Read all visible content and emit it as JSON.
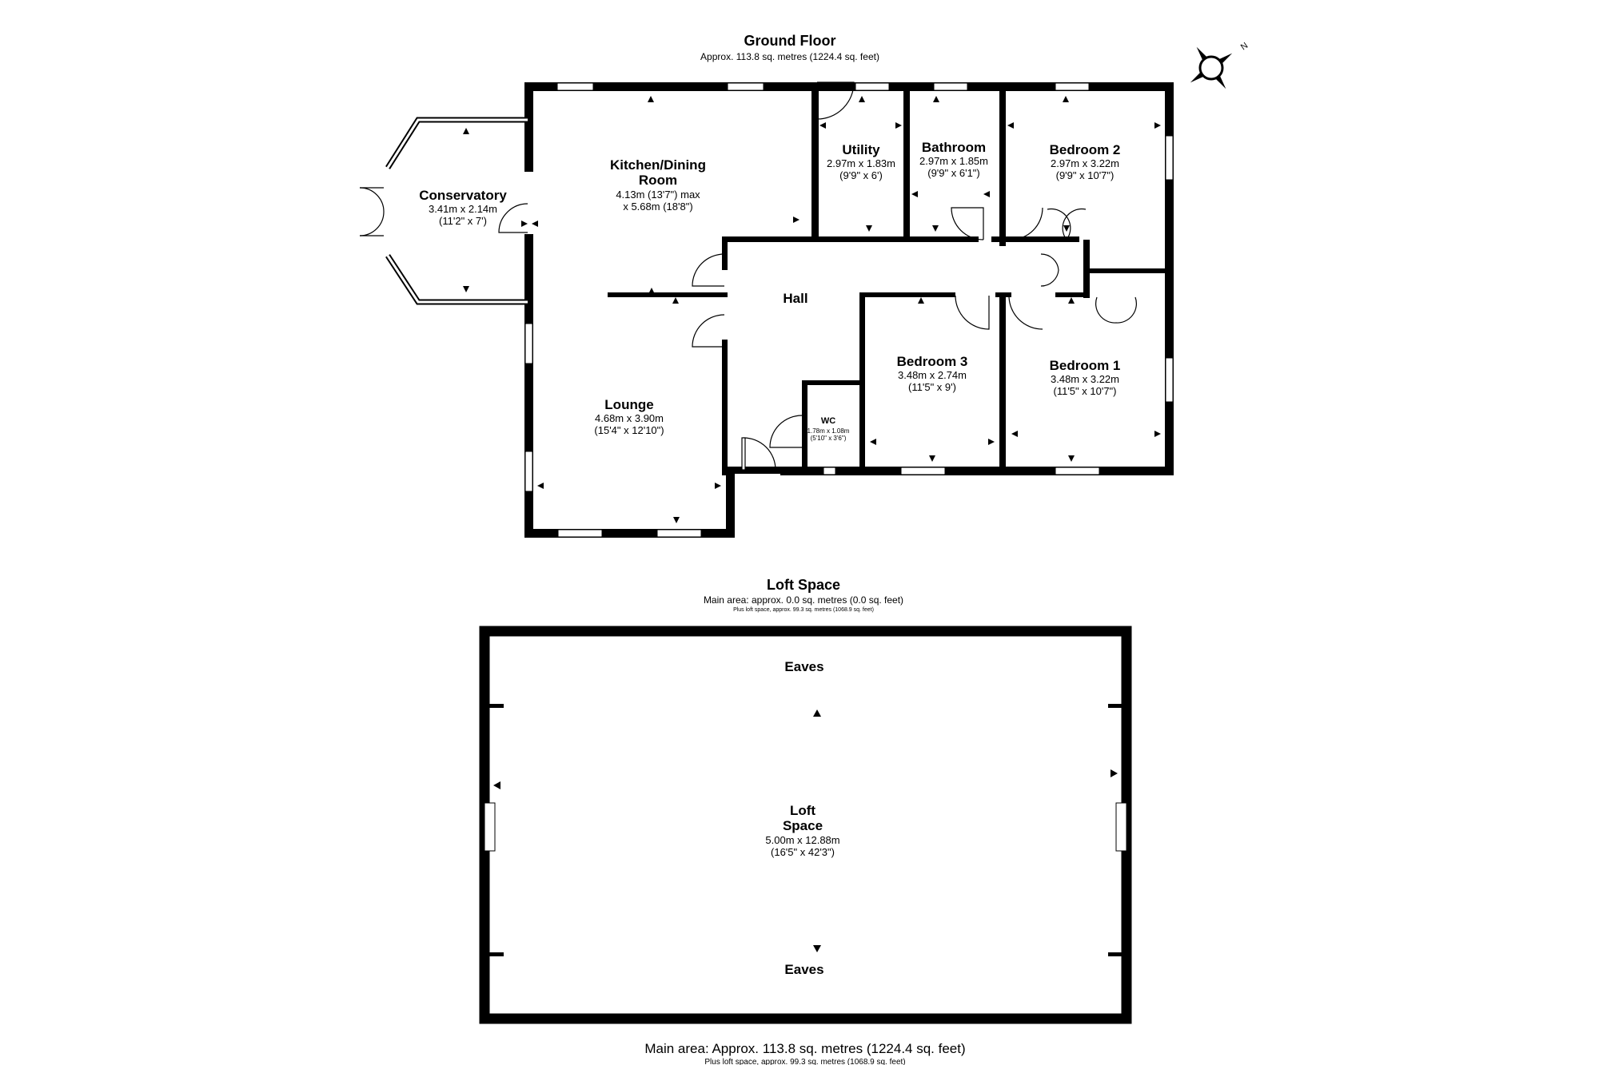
{
  "ground_floor": {
    "title": "Ground Floor",
    "area": "Approx. 113.8 sq. metres (1224.4 sq. feet)",
    "compass_letter": "N",
    "rooms": {
      "conservatory": {
        "name": "Conservatory",
        "dim_metric": "3.41m x 2.14m",
        "dim_imperial": "(11'2\" x 7')"
      },
      "kitchen": {
        "name_line1": "Kitchen/Dining",
        "name_line2": "Room",
        "dim_line1": "4.13m (13'7\") max",
        "dim_line2": "x 5.68m (18'8\")"
      },
      "utility": {
        "name": "Utility",
        "dim_metric": "2.97m x 1.83m",
        "dim_imperial": "(9'9\" x 6')"
      },
      "bathroom": {
        "name": "Bathroom",
        "dim_metric": "2.97m x 1.85m",
        "dim_imperial": "(9'9\" x 6'1\")"
      },
      "bedroom2": {
        "name": "Bedroom 2",
        "dim_metric": "2.97m x 3.22m",
        "dim_imperial": "(9'9\" x 10'7\")"
      },
      "hall": {
        "name": "Hall"
      },
      "bedroom3": {
        "name": "Bedroom 3",
        "dim_metric": "3.48m x 2.74m",
        "dim_imperial": "(11'5\" x 9')"
      },
      "bedroom1": {
        "name": "Bedroom 1",
        "dim_metric": "3.48m x 3.22m",
        "dim_imperial": "(11'5\" x 10'7\")"
      },
      "lounge": {
        "name": "Lounge",
        "dim_metric": "4.68m x 3.90m",
        "dim_imperial": "(15'4\" x 12'10\")"
      },
      "wc": {
        "name": "WC",
        "dim_metric": "1.78m x 1.08m",
        "dim_imperial": "(5'10\" x 3'6\")"
      }
    }
  },
  "loft": {
    "title": "Loft Space",
    "main_area": "Main area: approx. 0.0 sq. metres (0.0 sq. feet)",
    "plus_loft": "Plus loft space, approx. 99.3 sq. metres (1068.9 sq. feet)",
    "eaves_top": "Eaves",
    "eaves_bottom": "Eaves",
    "room": {
      "name_line1": "Loft",
      "name_line2": "Space",
      "dim_metric": "5.00m x 12.88m",
      "dim_imperial": "(16'5\" x 42'3\")"
    }
  },
  "footer": {
    "main_area": "Main area: Approx. 113.8 sq. metres (1224.4 sq. feet)",
    "plus_loft": "Plus loft space, approx. 99.3 sq. metres (1068.9 sq. feet)"
  }
}
